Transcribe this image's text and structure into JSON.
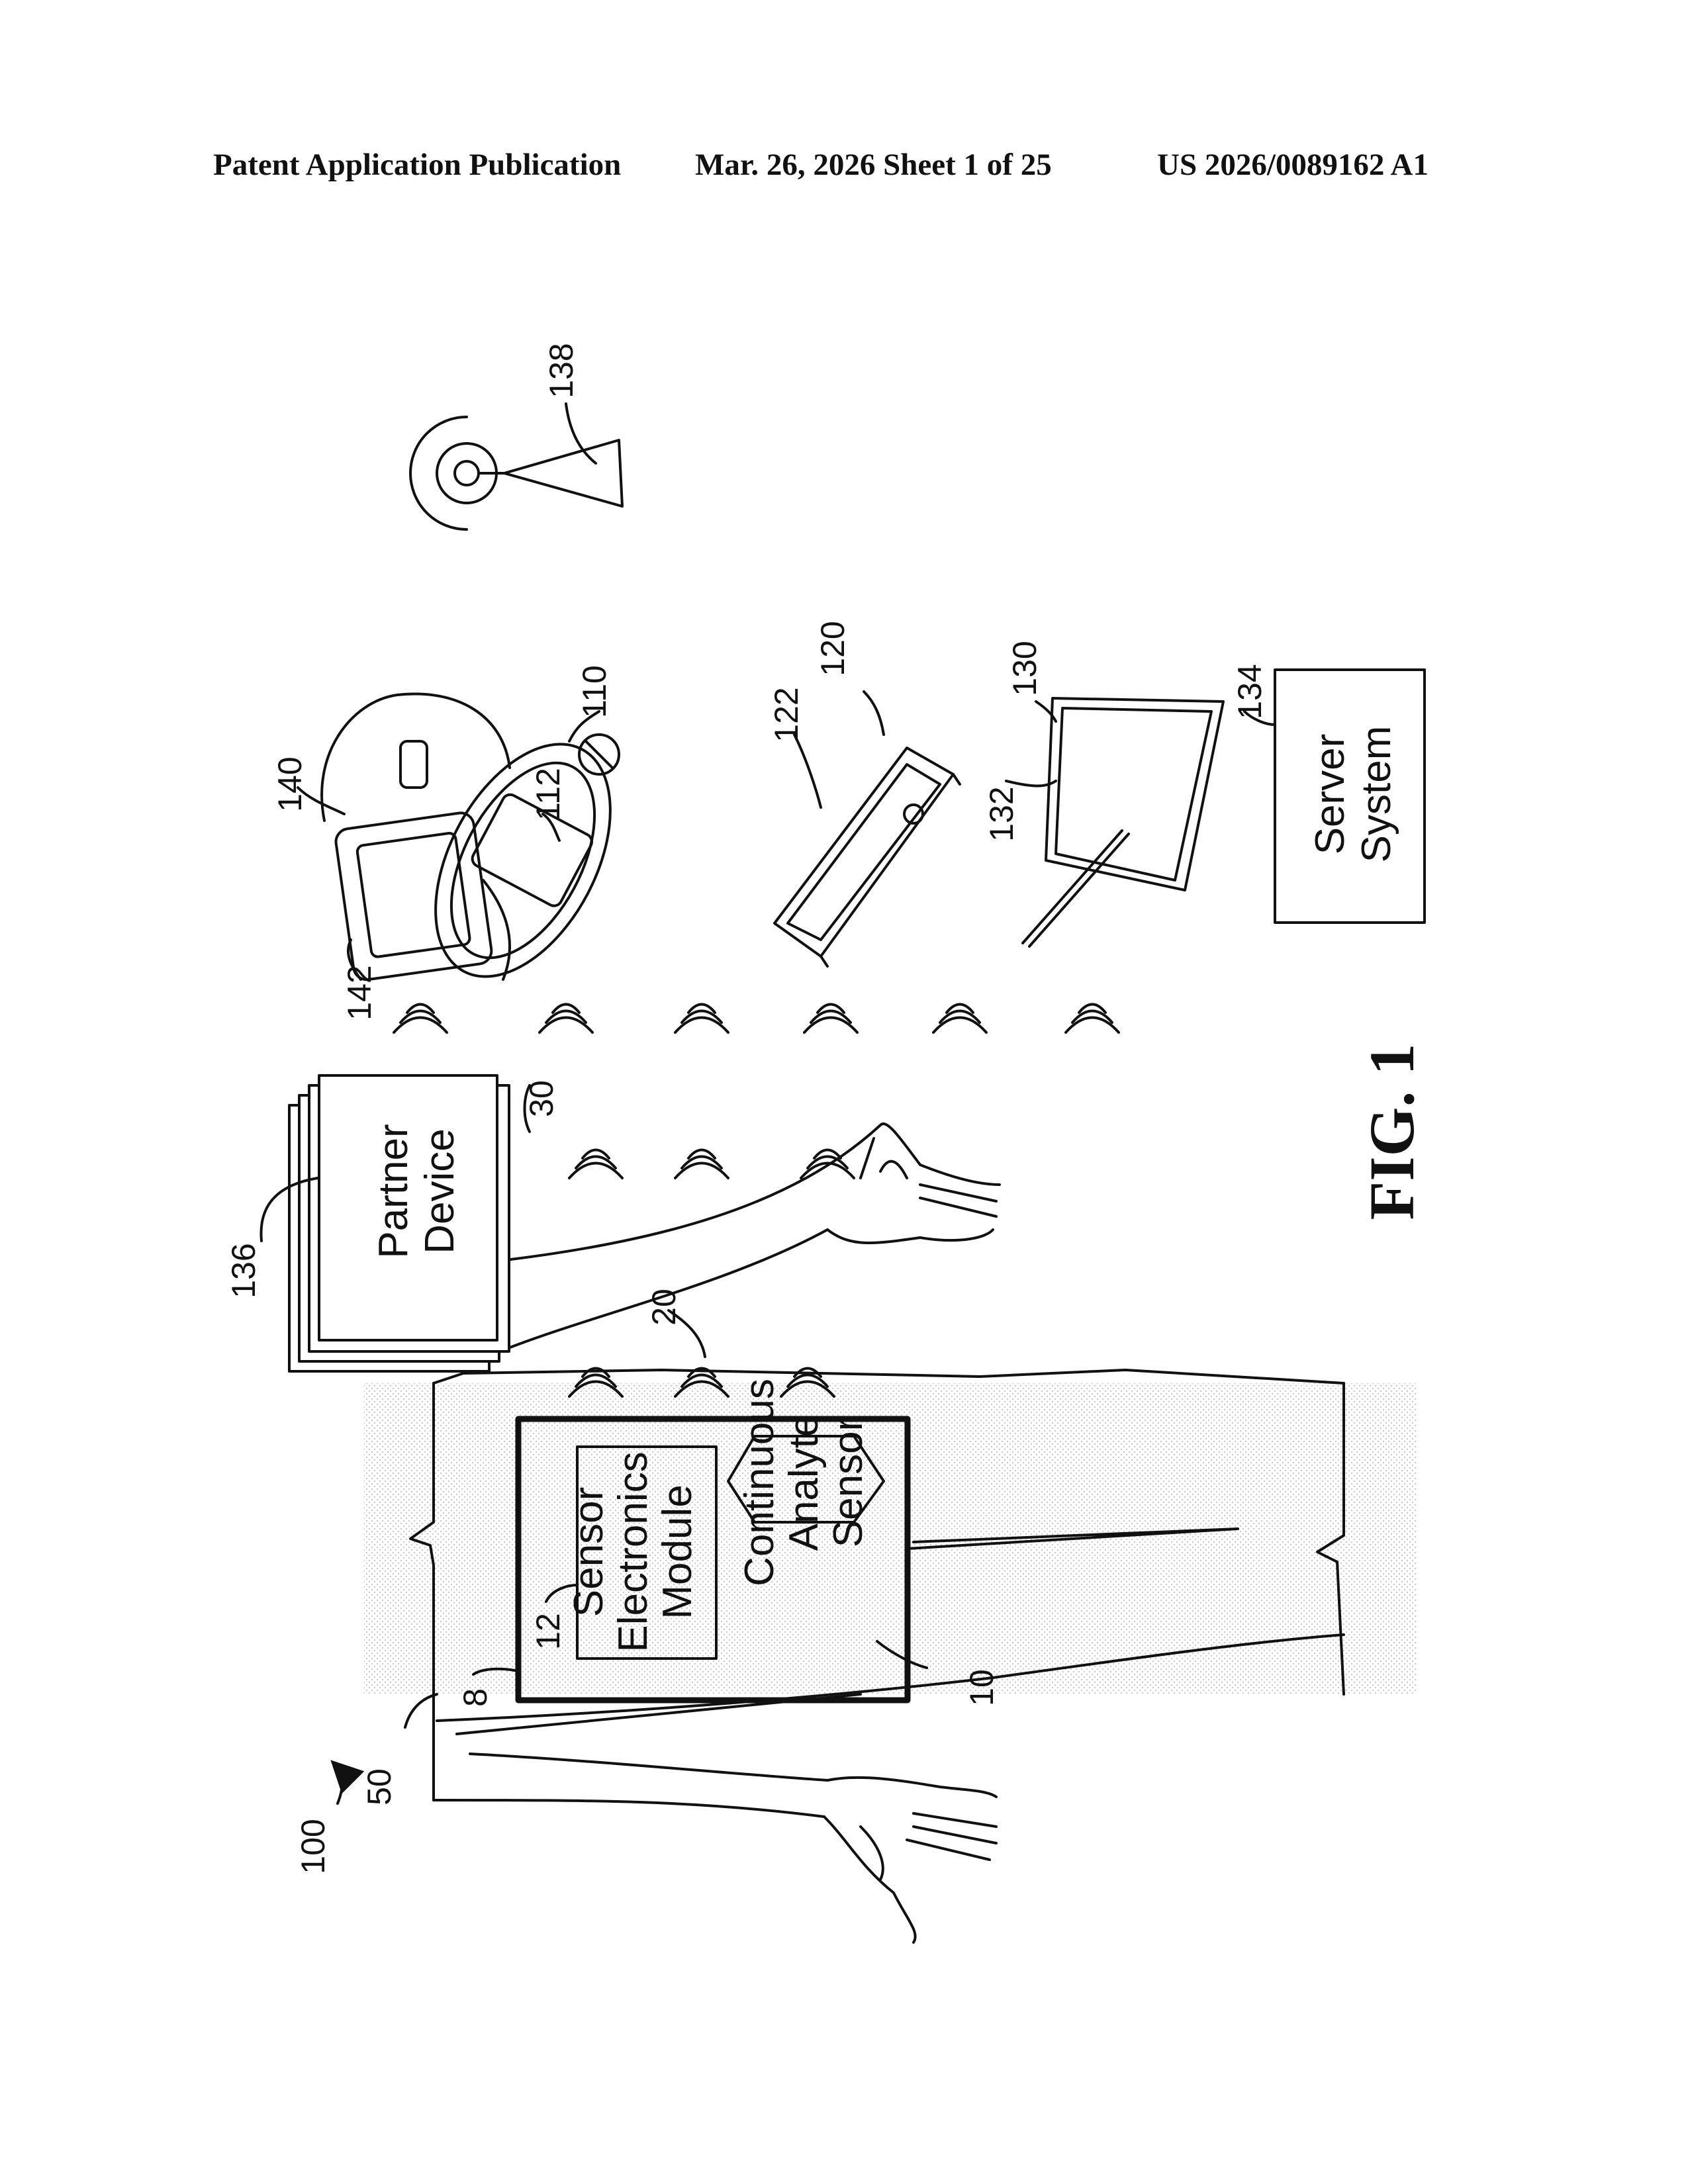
{
  "header": {
    "publication": "Patent Application Publication",
    "date_sheet": "Mar. 26, 2026  Sheet 1 of 25",
    "number": "US 2026/0089162 A1"
  },
  "figure": {
    "title": "FIG. 1",
    "refs": {
      "system": "100",
      "host": "50",
      "device": "8",
      "sensor_electronics": "12",
      "sensor": "10",
      "link_20": "20",
      "link_30": "30",
      "partner": "136",
      "watch": "140",
      "watch_screen": "142",
      "receiver": "110",
      "receiver_screen": "112",
      "phone": "120",
      "phone_screen": "122",
      "tablet": "130",
      "tablet_screen": "132",
      "server": "134",
      "tower": "138"
    },
    "boxes": {
      "sensor_electronics": [
        "Sensor",
        "Electronics",
        "Module"
      ],
      "sensor": [
        "Continuous",
        "Analyte",
        "Sensor"
      ],
      "partner": [
        "Partner",
        "Device"
      ],
      "server": [
        "Server",
        "System"
      ]
    }
  }
}
